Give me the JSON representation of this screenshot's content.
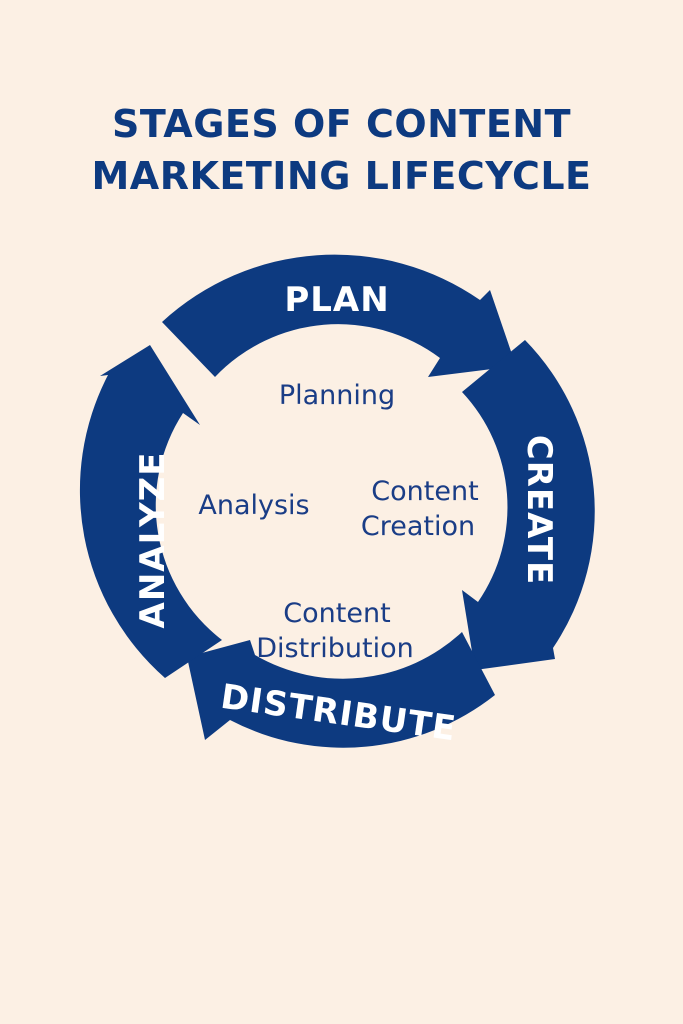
{
  "title": {
    "line1": "STAGES OF CONTENT",
    "line2": "MARKETING LIFECYCLE"
  },
  "stages": {
    "plan": "PLAN",
    "create": "CREATE",
    "distribute": "DISTRIBUTE",
    "analyze": "ANALYZE"
  },
  "inner": {
    "planning": "Planning",
    "content_creation_1": "Content",
    "content_creation_2": "Creation",
    "analysis": "Analysis",
    "content_distribution_1": "Content",
    "content_distribution_2": "Distribution"
  },
  "colors": {
    "background": "#fcf0e4",
    "arrow": "#0d3a80",
    "arrow_text": "#ffffff",
    "title": "#0d3a80",
    "inner_text": "#1a3d86"
  }
}
